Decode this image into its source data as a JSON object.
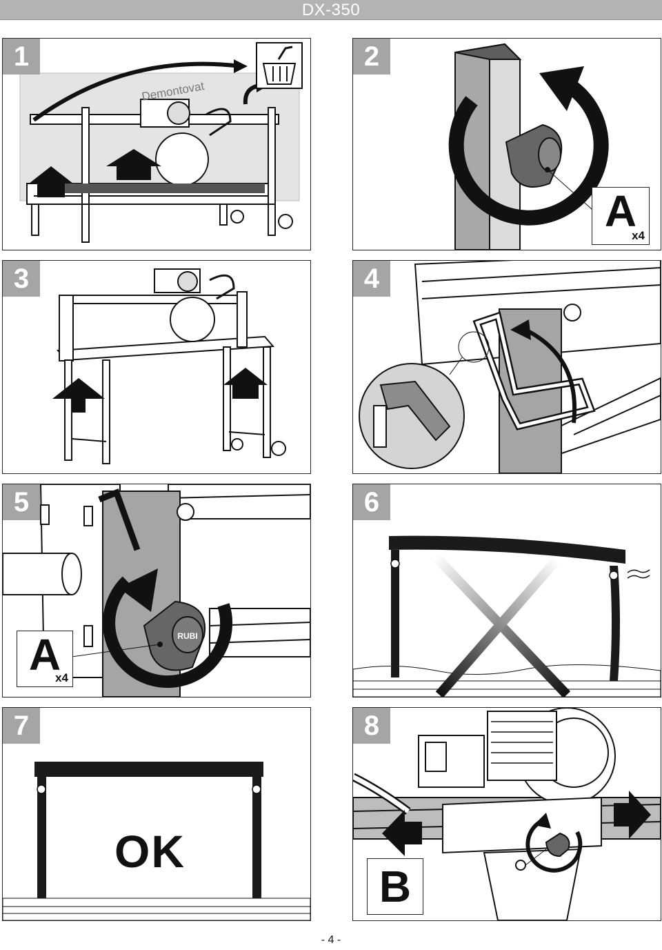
{
  "header": {
    "title": "DX-350"
  },
  "panels": [
    {
      "number": "1",
      "label": "Demontovat"
    },
    {
      "number": "2",
      "badge_letter": "A",
      "badge_count": "x4"
    },
    {
      "number": "3"
    },
    {
      "number": "4"
    },
    {
      "number": "5",
      "badge_letter": "A",
      "badge_count": "x4",
      "knob_logo": "RUBI"
    },
    {
      "number": "6"
    },
    {
      "number": "7",
      "status": "OK"
    },
    {
      "number": "8",
      "badge_letter": "B"
    }
  ],
  "footer": {
    "page": "- 4 -"
  },
  "colors": {
    "header": "#b3b3b3",
    "number_tab": "#a5a5a5",
    "line": "#1a1a1a",
    "grey": "#8c8c8c"
  }
}
